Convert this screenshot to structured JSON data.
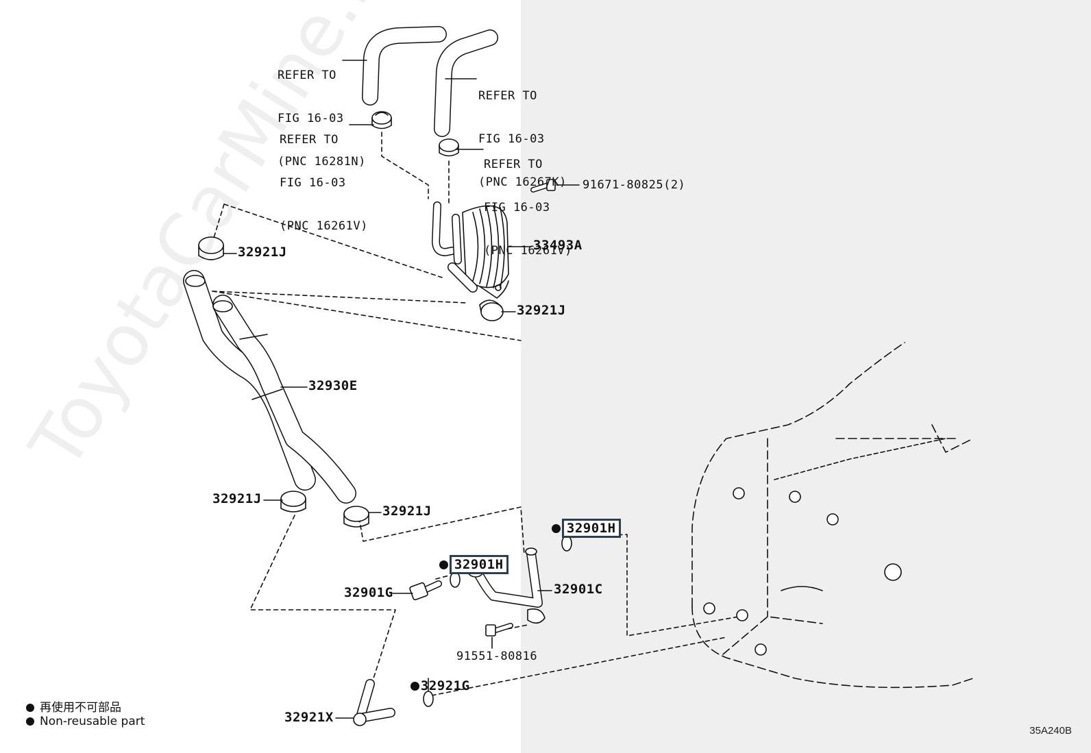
{
  "watermark": "ToyotaCarMine.ru",
  "diagram_code": "35A240B",
  "legend": {
    "jp": "再使用不可部品",
    "en": "Non-reusable part"
  },
  "refs": {
    "ref_16281N": [
      "REFER TO",
      "FIG 16-03",
      "(PNC 16281N)"
    ],
    "ref_16267K": [
      "REFER TO",
      "FIG 16-03",
      "(PNC 16267K)"
    ],
    "ref_16261V_left": [
      "REFER TO",
      "FIG 16-03",
      "(PNC 16261V)"
    ],
    "ref_16261V_right": [
      "REFER TO",
      "FIG 16-03",
      "(PNC 16261V)"
    ]
  },
  "parts": {
    "p91671": "91671-80825(2)",
    "p33493A": "33493A",
    "p32921J_a": "32921J",
    "p32921J_b": "32921J",
    "p32930E": "32930E",
    "p32921J_c": "32921J",
    "p32921J_d": "32921J",
    "p32901H_a": "32901H",
    "p32901H_b": "32901H",
    "p32901G": "32901G",
    "p32901C": "32901C",
    "p91551": "91551-80816",
    "p32921G": "32921G",
    "p32921X": "32921X"
  }
}
